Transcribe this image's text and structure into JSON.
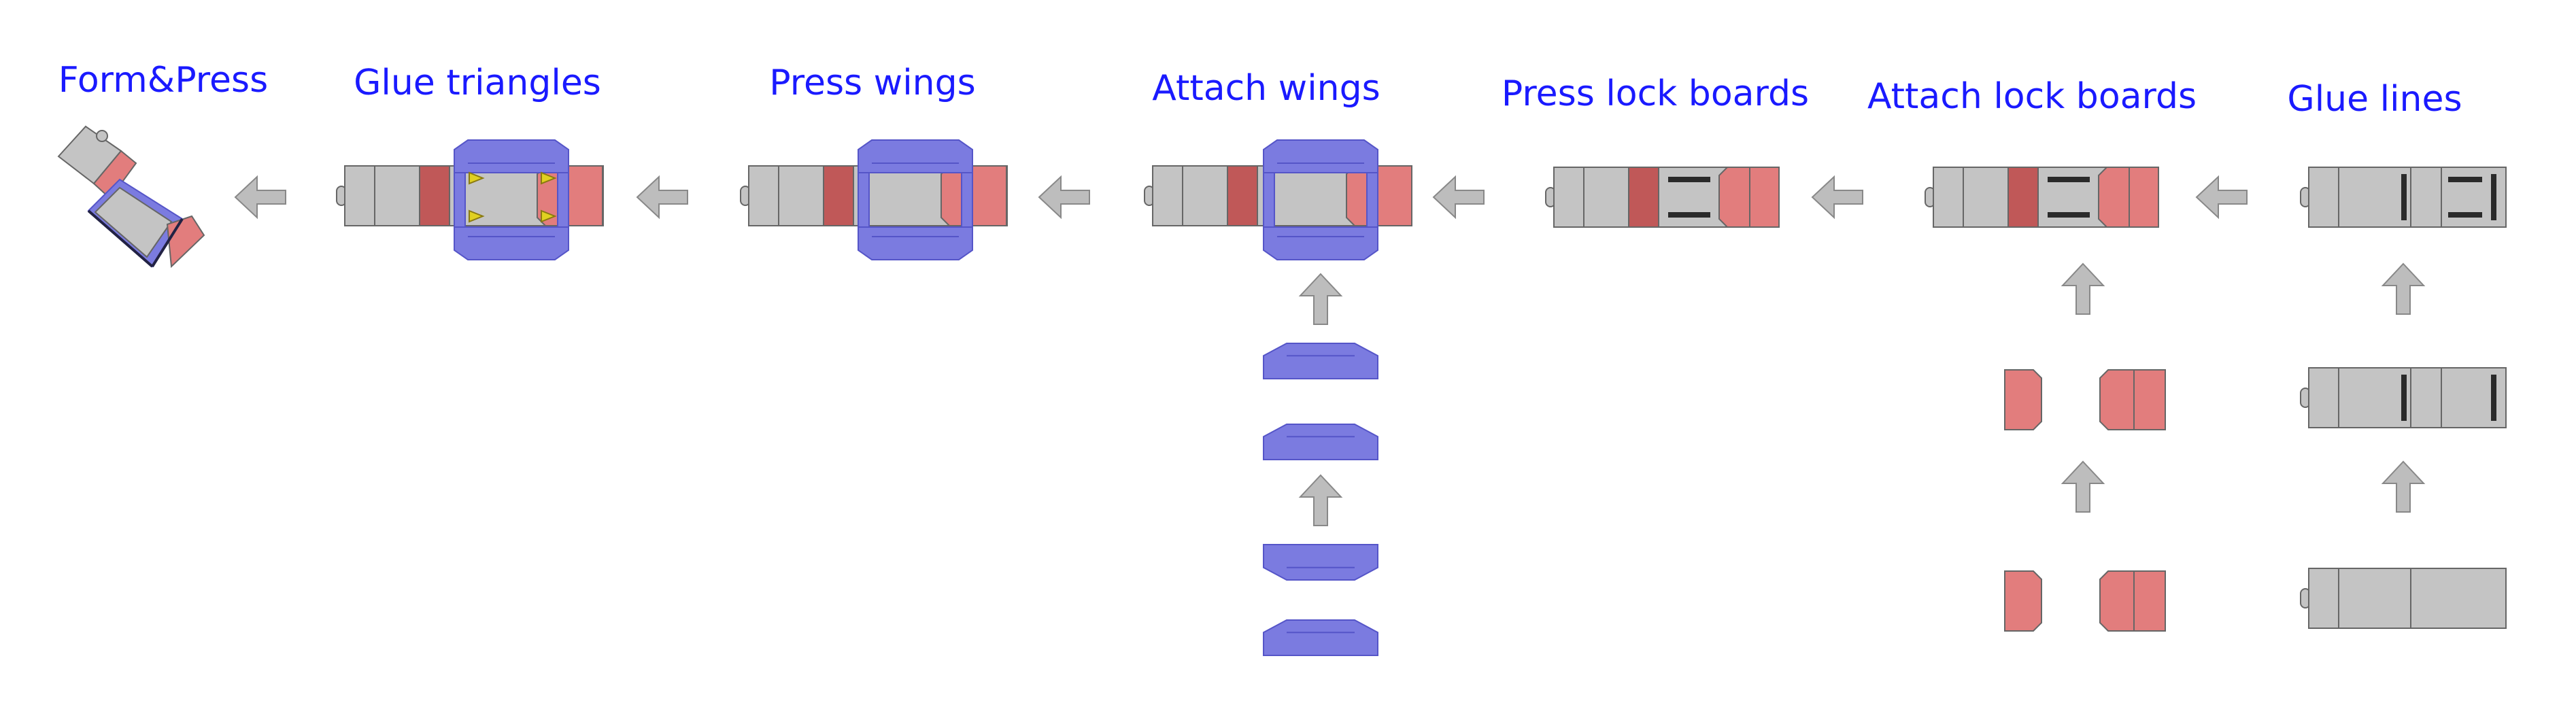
{
  "steps": [
    {
      "id": "form-press",
      "title": "Form&Press"
    },
    {
      "id": "glue-triangles",
      "title": "Glue triangles"
    },
    {
      "id": "press-wings",
      "title": "Press wings"
    },
    {
      "id": "attach-wings",
      "title": "Attach wings"
    },
    {
      "id": "press-lock-boards",
      "title": "Press lock boards"
    },
    {
      "id": "attach-lock-boards",
      "title": "Attach lock boards"
    },
    {
      "id": "glue-lines",
      "title": "Glue lines"
    }
  ],
  "colors": {
    "title": "#1a1aff",
    "board_gray": "#c4c4c4",
    "board_edge": "#666666",
    "lock_board": "#e27d7d",
    "lock_board_dark": "#c05858",
    "wing": "#7b7be0",
    "wing_dark": "#5555c8",
    "arrow": "#bdbdbd",
    "glue_line": "#2a2a2a",
    "glue_triangle": "#e0d020"
  }
}
